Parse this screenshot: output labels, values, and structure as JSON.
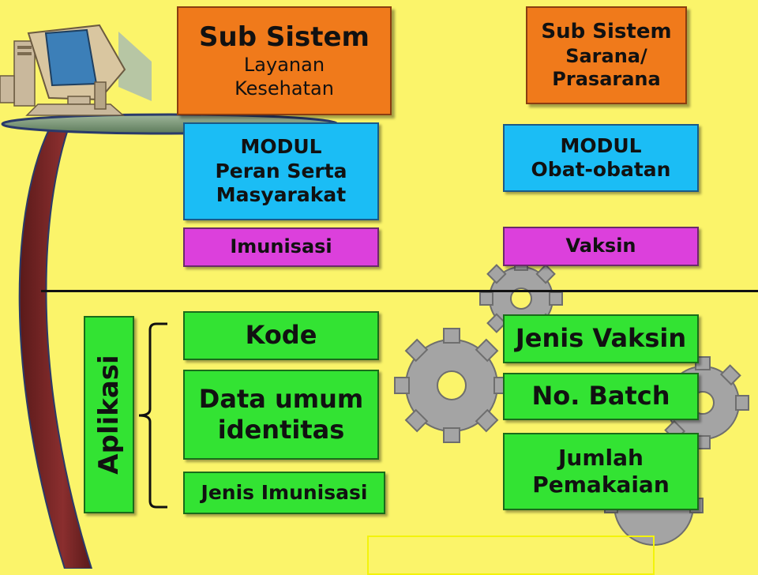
{
  "top_left": {
    "title": "Sub Sistem",
    "body": "Layanan\nKesehatan"
  },
  "top_right": {
    "title": "Sub Sistem",
    "body": "Sarana/\nPrasarana"
  },
  "left_column": {
    "modul": "MODUL\nPeran Serta\nMasyarakat",
    "submodul": "Imunisasi",
    "items": [
      "Kode",
      "Data umum\nidentitas",
      "Jenis Imunisasi"
    ]
  },
  "right_column": {
    "modul": "MODUL\nObat-obatan",
    "submodul": "Vaksin",
    "items": [
      "Jenis Vaksin",
      "No. Batch",
      "Jumlah\nPemakaian"
    ]
  },
  "aplikasi_label": "Aplikasi",
  "colors": {
    "background": "#fbf46a",
    "subsystem": "#f07a1b",
    "modul": "#1bbdf5",
    "submodul": "#dc40dc",
    "item": "#33e333"
  },
  "icons": [
    "computer-icon",
    "gears-graphic"
  ]
}
